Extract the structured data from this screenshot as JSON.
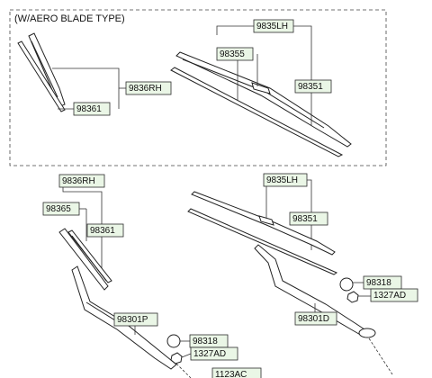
{
  "title": "(W/AERO BLADE TYPE)",
  "parts": {
    "aero_lh_blade": "9835LH",
    "aero_lh_refill": "98355",
    "aero_lh_spacer": "98351",
    "aero_rh_blade": "9836RH",
    "aero_rh_refill": "98361",
    "rh_blade": "9836RH",
    "rh_refill_a": "98365",
    "rh_refill_b": "98361",
    "lh_blade": "9835LH",
    "lh_refill": "98351",
    "cap_lh": "98318",
    "nut_lh": "1327AD",
    "arm_lh": "98301D",
    "arm_rh": "98301P",
    "cap_rh": "98318",
    "nut_rh": "1327AD",
    "bolt": "1123AC"
  }
}
